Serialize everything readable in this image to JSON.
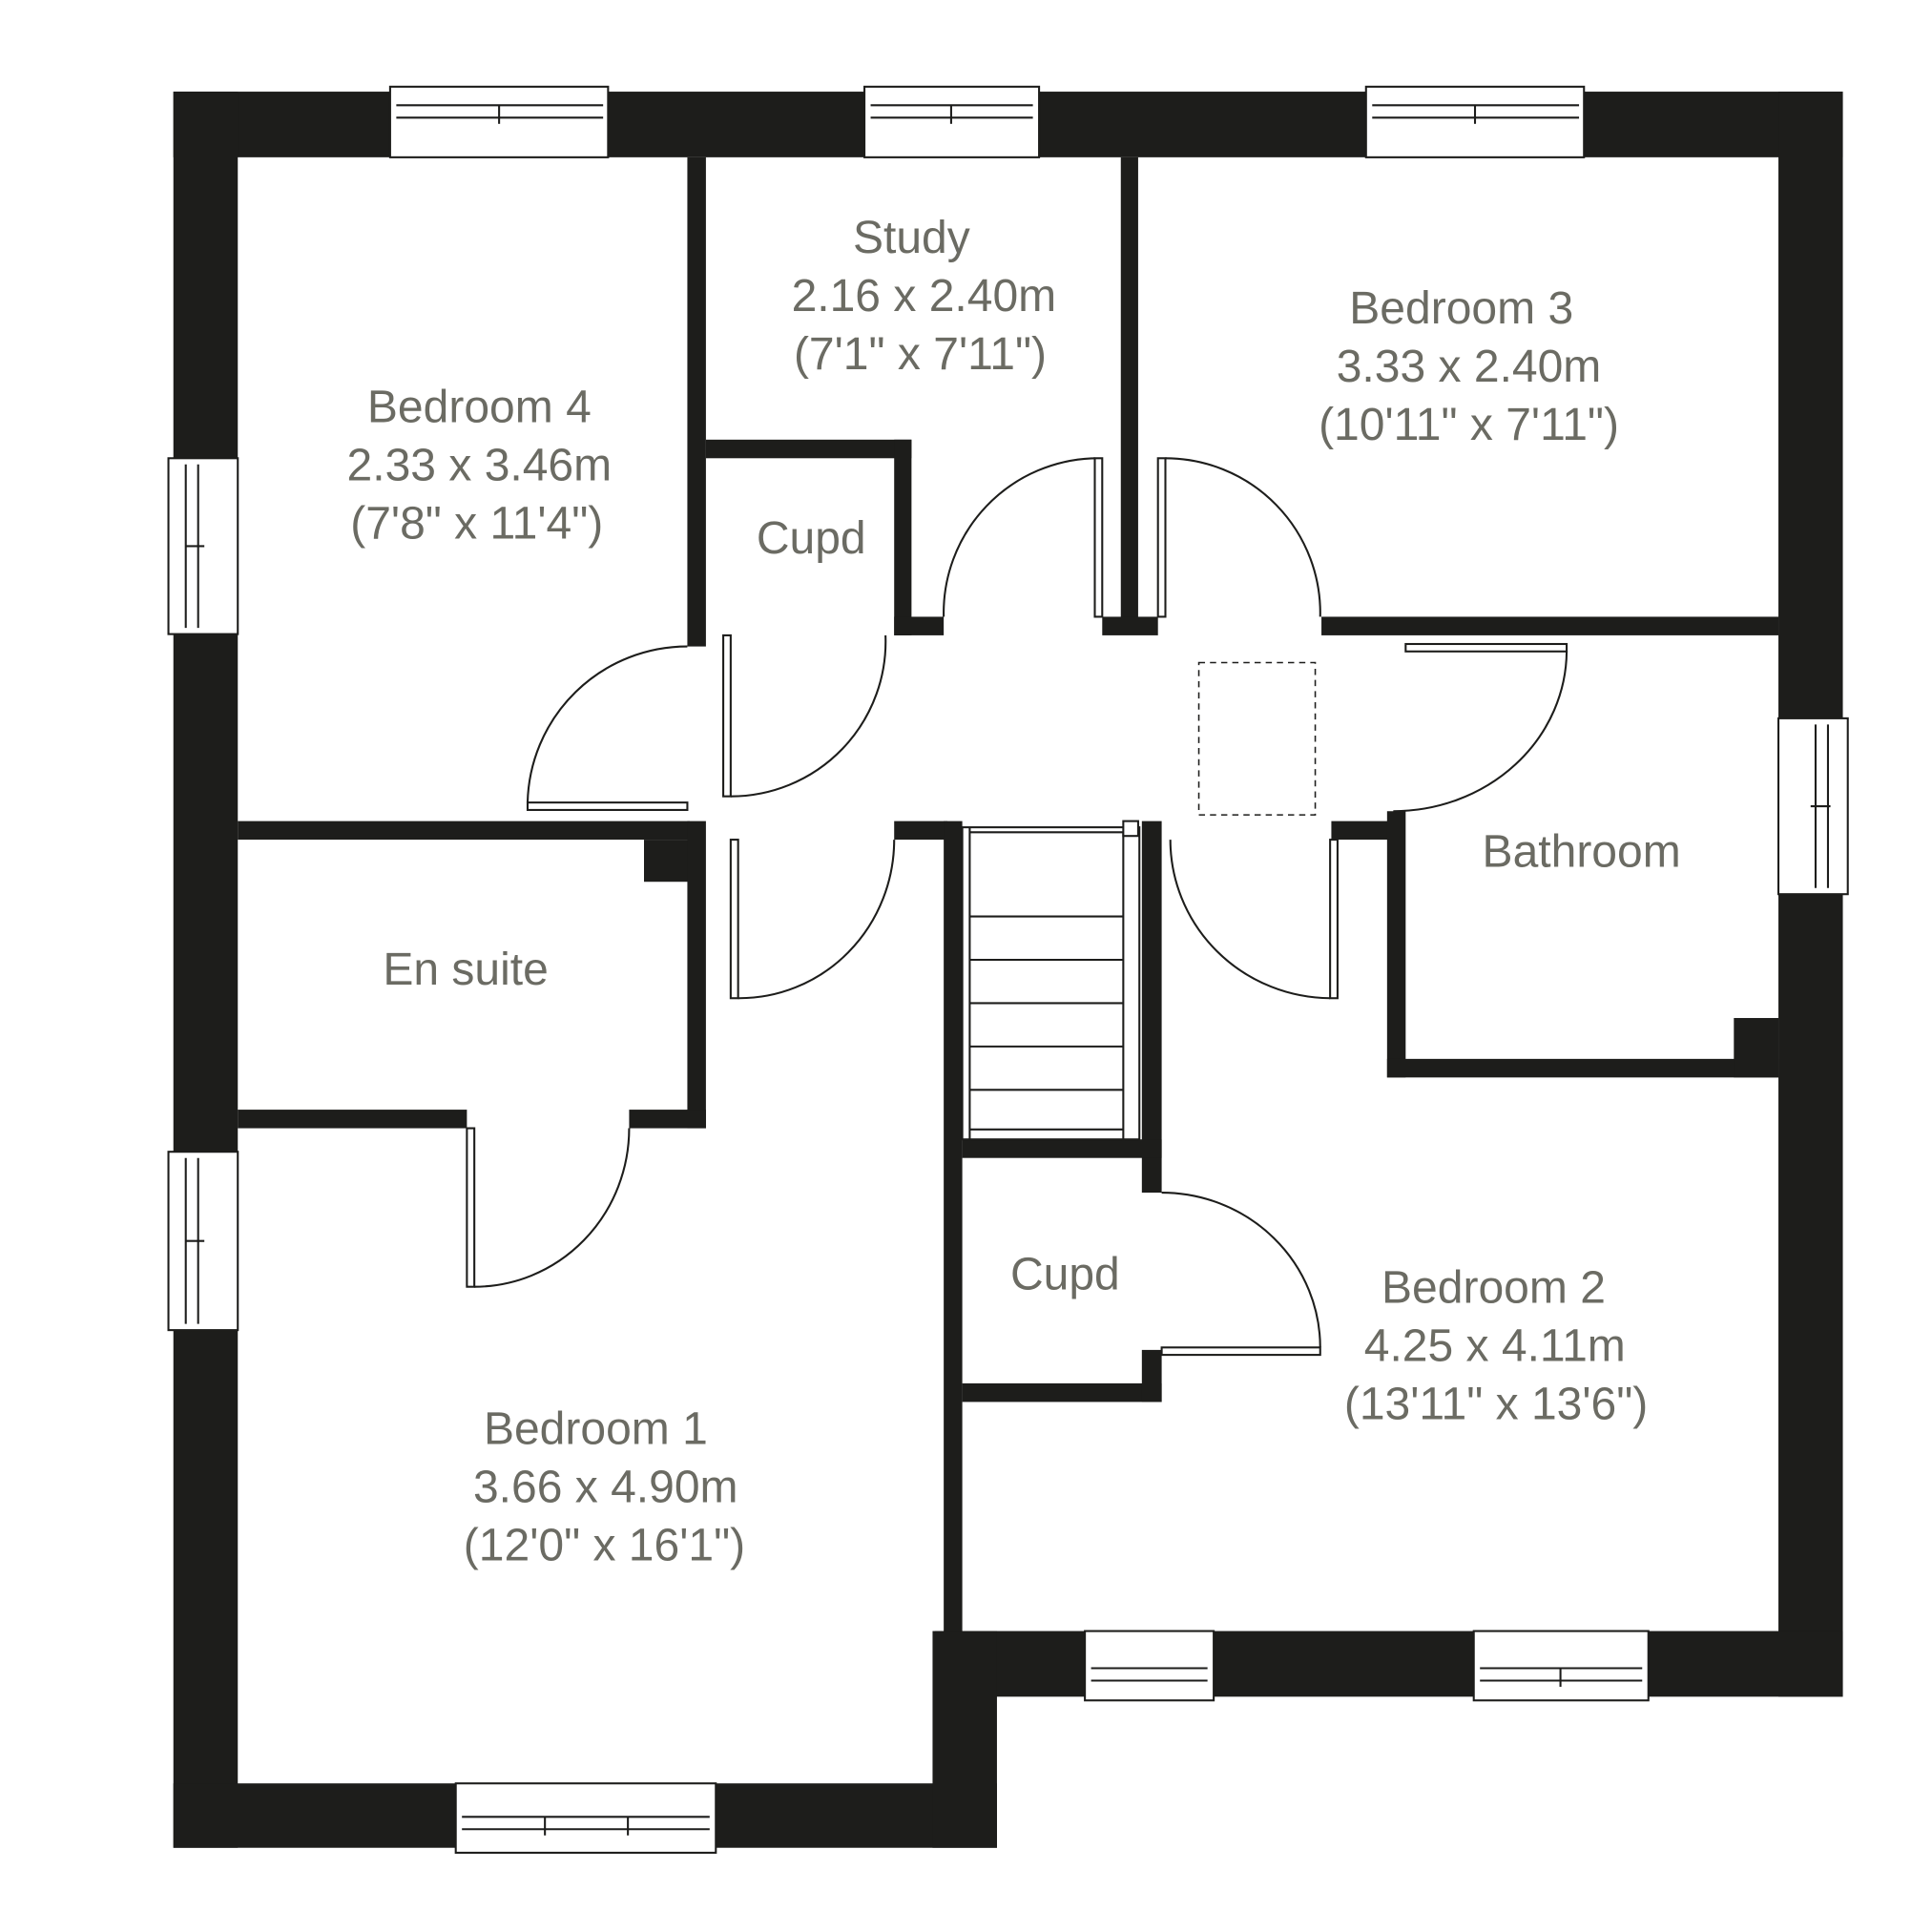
{
  "plan": {
    "type": "floor-plan",
    "wall_color": "#1d1d1b",
    "label_color": "#6b6b63",
    "rooms": [
      {
        "id": "bedroom-4",
        "name": "Bedroom 4",
        "metric": "2.33 x 3.46m",
        "imperial": "(7'8\" x 11'4\")"
      },
      {
        "id": "study",
        "name": "Study",
        "metric": "2.16 x 2.40m",
        "imperial": "(7'1\" x 7'11\")"
      },
      {
        "id": "bedroom-3",
        "name": "Bedroom 3",
        "metric": "3.33 x 2.40m",
        "imperial": "(10'11\" x 7'11\")"
      },
      {
        "id": "cupd-1",
        "name": "Cupd"
      },
      {
        "id": "bathroom",
        "name": "Bathroom"
      },
      {
        "id": "en-suite",
        "name": "En suite"
      },
      {
        "id": "cupd-2",
        "name": "Cupd"
      },
      {
        "id": "bedroom-2",
        "name": "Bedroom 2",
        "metric": "4.25 x 4.11m",
        "imperial": "(13'11\" x 13'6\")"
      },
      {
        "id": "bedroom-1",
        "name": "Bedroom 1",
        "metric": "3.66 x 4.90m",
        "imperial": "(12'0\" x 16'1\")"
      }
    ],
    "symbols": [
      "window",
      "door-swing",
      "stairs",
      "loft-hatch"
    ]
  }
}
